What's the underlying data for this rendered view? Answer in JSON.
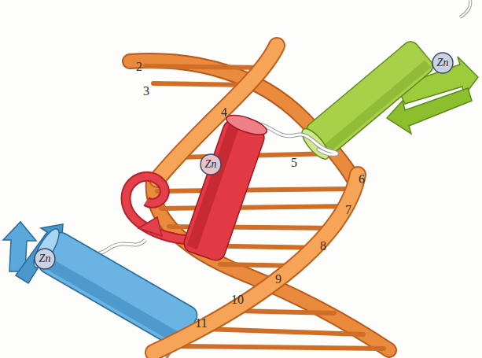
{
  "diagram": {
    "labels": [
      "Zn",
      "2",
      "3",
      "4",
      "5",
      "Zn",
      "6",
      "7",
      "8",
      "Zn",
      "9",
      "10",
      "11"
    ]
  }
}
